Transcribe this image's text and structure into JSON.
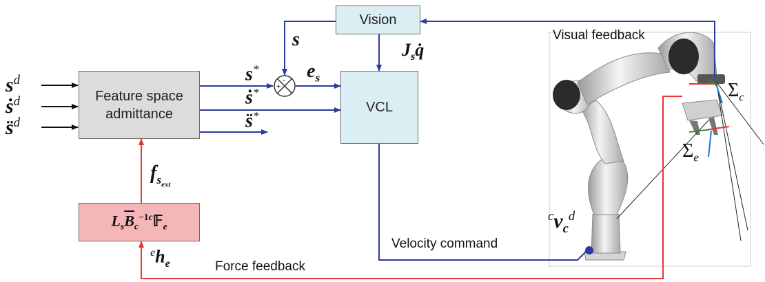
{
  "blocks": {
    "vision": "Vision",
    "admittance": "Feature space admittance",
    "vcl": "VCL",
    "transform": {
      "L": "L",
      "s": "s",
      "B": "B",
      "c": "c",
      "exp": "−1",
      "sup_c": "c",
      "F": "𝔽",
      "e": "e"
    }
  },
  "inputs": {
    "s": "s",
    "s_dot": "ṡ",
    "s_ddot": "s̈",
    "d": "d"
  },
  "signals": {
    "s_feedback": "s",
    "s_star": "s",
    "s_dot_star": "ṡ",
    "s_ddot_star": "s̈",
    "star": "*",
    "error": "e",
    "error_sub": "s",
    "jacobian": "J",
    "jacobian_sub": "s",
    "qdot": "q̇",
    "force": "f",
    "force_sub": "s",
    "force_subsub": "ext",
    "wrench_pre": "e",
    "wrench": "h",
    "wrench_sub": "e",
    "velocity_pre": "c",
    "velocity": "v",
    "velocity_sub": "c",
    "velocity_sup": "d"
  },
  "summing_junction": {
    "plus": "+",
    "minus": "-"
  },
  "texts": {
    "visual_feedback": "Visual feedback",
    "velocity_command": "Velocity command",
    "force_feedback": "Force feedback"
  },
  "frames": {
    "camera": "Σ",
    "camera_sub": "c",
    "effector": "Σ",
    "effector_sub": "e"
  },
  "colors": {
    "blue_signal": "#2b3aa0",
    "red_signal": "#e8332e",
    "black_signal": "#111111",
    "light_blue_block": "#dbeef4",
    "gray_block": "#dcdcdc",
    "pink_block": "#f4b6b6"
  }
}
